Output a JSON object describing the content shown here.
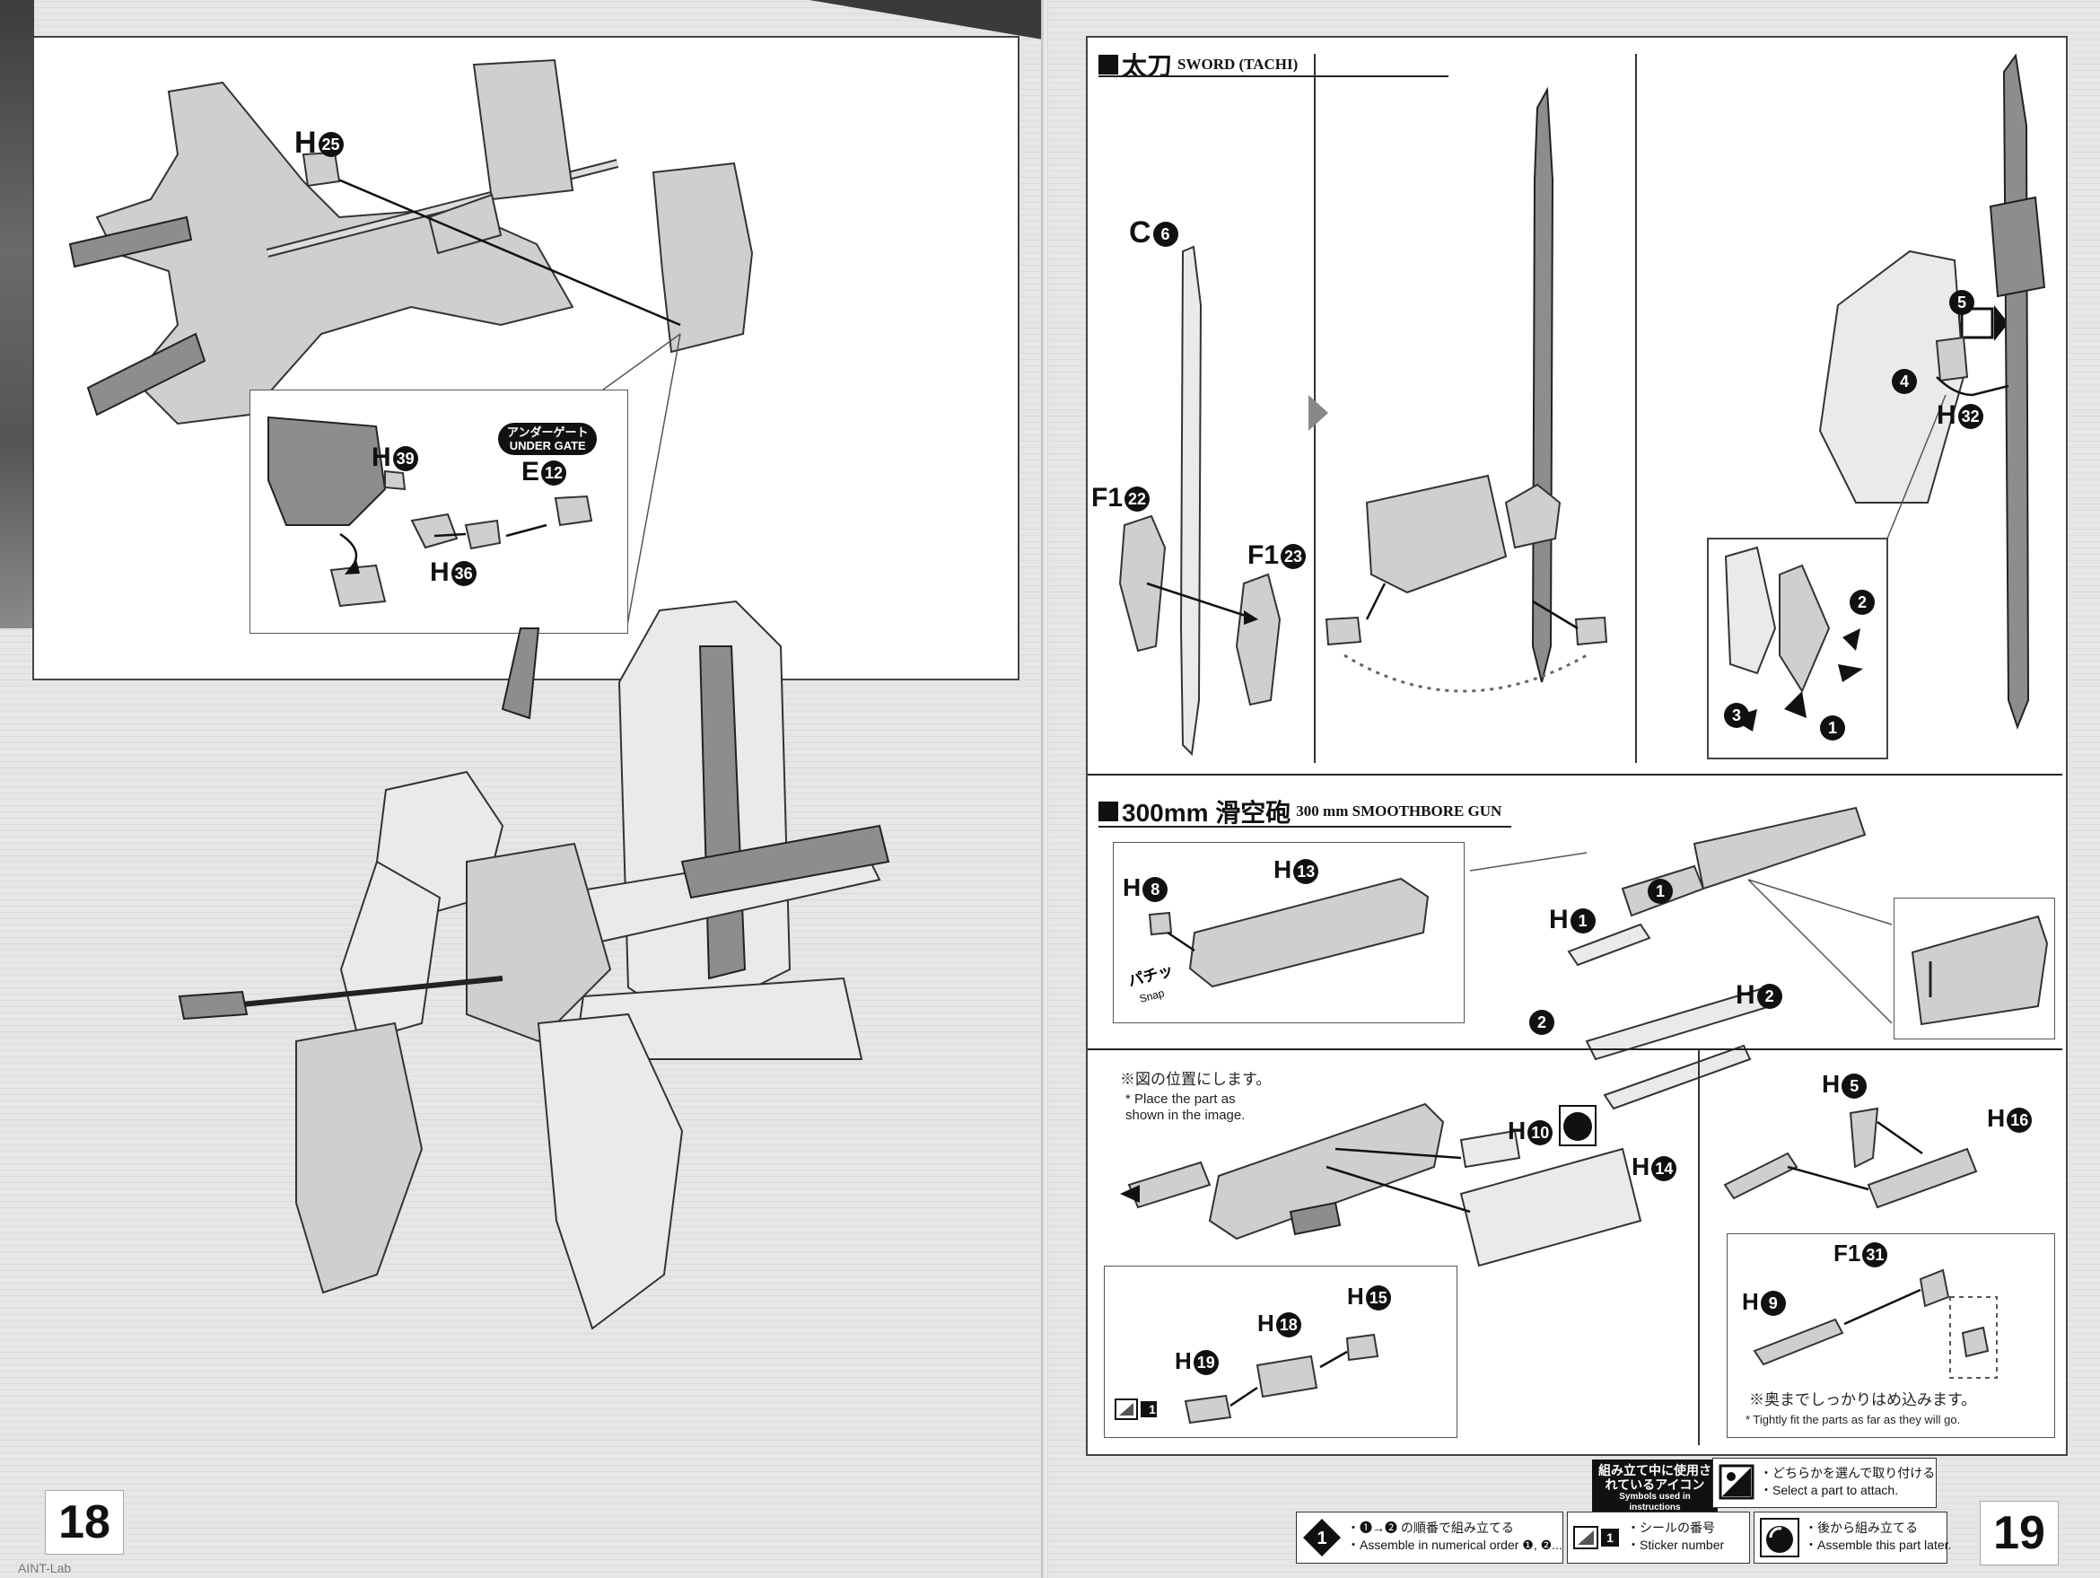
{
  "left_page": {
    "page_number": "18",
    "top_panel": {
      "labels": [
        "H",
        "H",
        "E",
        "H"
      ],
      "parts": [
        {
          "letter": "H",
          "num": "25"
        },
        {
          "letter": "H",
          "num": "39"
        },
        {
          "letter": "E",
          "num": "12"
        },
        {
          "letter": "H",
          "num": "36"
        }
      ],
      "gate_badge_jp": "アンダーゲート",
      "gate_badge_en": "UNDER GATE"
    },
    "footer_text": "AINT-Lab"
  },
  "right_page": {
    "page_number": "19",
    "sword_section": {
      "title_jp": "太刀",
      "title_en": "SWORD (TACHI)",
      "parts": [
        {
          "letter": "C",
          "num": "6"
        },
        {
          "letter": "F1",
          "num": "22"
        },
        {
          "letter": "F1",
          "num": "23"
        },
        {
          "letter": "H",
          "num": "32"
        }
      ],
      "steps": [
        "1",
        "2",
        "3",
        "4",
        "5"
      ]
    },
    "gun_section": {
      "title_jp": "300mm 滑空砲",
      "title_en": "300 mm SMOOTHBORE GUN",
      "parts_top": [
        {
          "letter": "H",
          "num": "8"
        },
        {
          "letter": "H",
          "num": "13"
        },
        {
          "letter": "H",
          "num": "1"
        },
        {
          "letter": "H",
          "num": "2"
        }
      ],
      "snap_jp": "パチッ",
      "snap_en": "Snap",
      "parts_bottom_left": [
        {
          "letter": "H",
          "num": "10"
        },
        {
          "letter": "H",
          "num": "14"
        },
        {
          "letter": "H",
          "num": "15"
        },
        {
          "letter": "H",
          "num": "18"
        },
        {
          "letter": "H",
          "num": "19"
        }
      ],
      "sticker_number": "1",
      "note_place_jp": "※図の位置にします。",
      "note_place_en": "* Place the part as shown in the image.",
      "parts_bottom_right": [
        {
          "letter": "H",
          "num": "5"
        },
        {
          "letter": "H",
          "num": "16"
        },
        {
          "letter": "F1",
          "num": "31"
        },
        {
          "letter": "H",
          "num": "9"
        }
      ],
      "note_fit_jp": "※奥までしっかりはめ込みます。",
      "note_fit_en": "* Tightly fit the parts as far as they will go."
    },
    "legend": {
      "head_jp": "組み立て中に使用されているアイコン",
      "head_en": "Symbols used in instructions",
      "select_jp": "・どちらかを選んで取り付ける",
      "select_en": "・Select a part to attach.",
      "order_jp": "・❶→❷ の順番で組み立てる",
      "order_en": "・Assemble in numerical order ❶, ❷...",
      "sticker_jp": "・シールの番号",
      "sticker_en": "・Sticker number",
      "later_jp": "・後から組み立てる",
      "later_en": "・Assemble this part later."
    }
  }
}
